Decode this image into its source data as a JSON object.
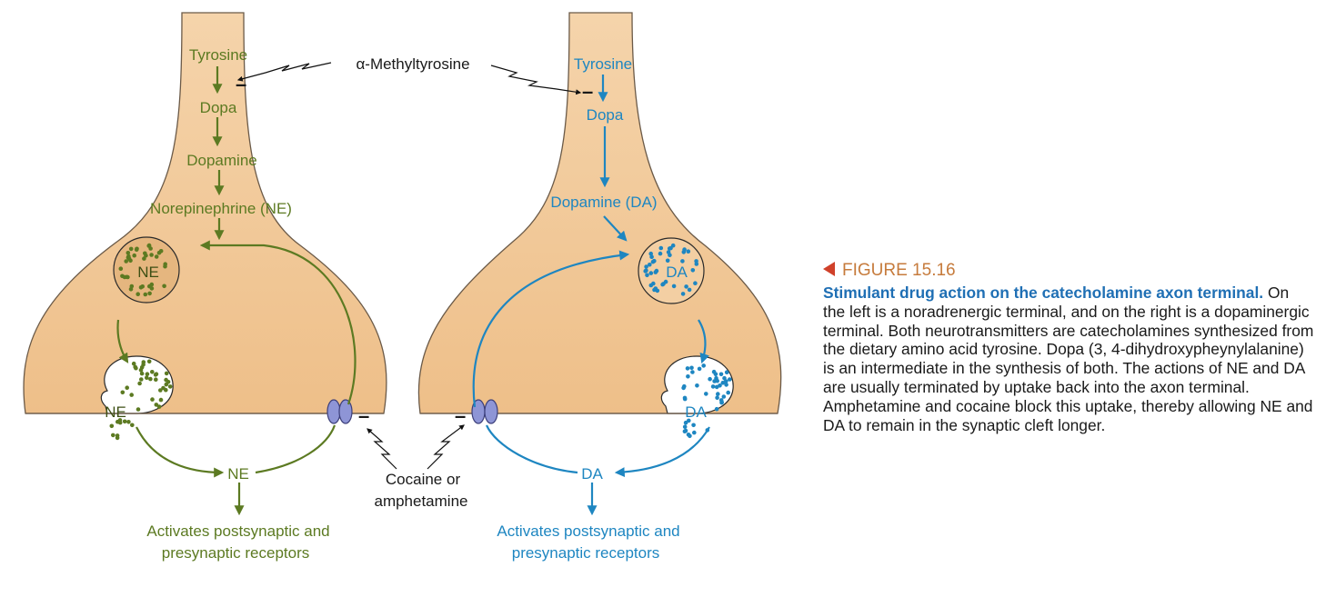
{
  "colors": {
    "terminal_fill": "#f2c796",
    "noradrenergic": "#5c7a22",
    "dopaminergic": "#1e86c1",
    "figure_label": "#c67b3c",
    "caption_title": "#1f6fb4",
    "figure_marker": "#d0412a"
  },
  "diagram": {
    "inhibitor_top": "α-Methyltyrosine",
    "inhibitor_bottom": [
      "Cocaine or",
      "amphetamine"
    ],
    "minus": "–",
    "left": {
      "pathway": [
        "Tyrosine",
        "Dopa",
        "Dopamine",
        "Norepinephrine (NE)"
      ],
      "vesicle_label": "NE",
      "released_label": "NE",
      "cleft_label": "NE",
      "effect": [
        "Activates postsynaptic and",
        "presynaptic receptors"
      ]
    },
    "right": {
      "pathway": [
        "Tyrosine",
        "Dopa",
        "Dopamine (DA)"
      ],
      "vesicle_label": "DA",
      "released_label": "DA",
      "cleft_label": "DA",
      "effect": [
        "Activates postsynaptic and",
        "presynaptic receptors"
      ]
    }
  },
  "caption": {
    "figure_label": "FIGURE 15.16",
    "title": "Stimulant drug action on the catecholamine axon terminal.",
    "text": "On the left is a noradrenergic terminal, and on the right is a dopaminergic terminal. Both neurotransmitters are catecholamines synthesized from the dietary amino acid tyrosine. Dopa (3, 4-dihydroxypheynylalanine) is an intermediate in the synthesis of both. The actions of NE and DA are usually terminated by uptake back into the axon terminal. Amphetamine and cocaine block this uptake, thereby allowing NE and DA to remain in the synaptic cleft longer."
  }
}
